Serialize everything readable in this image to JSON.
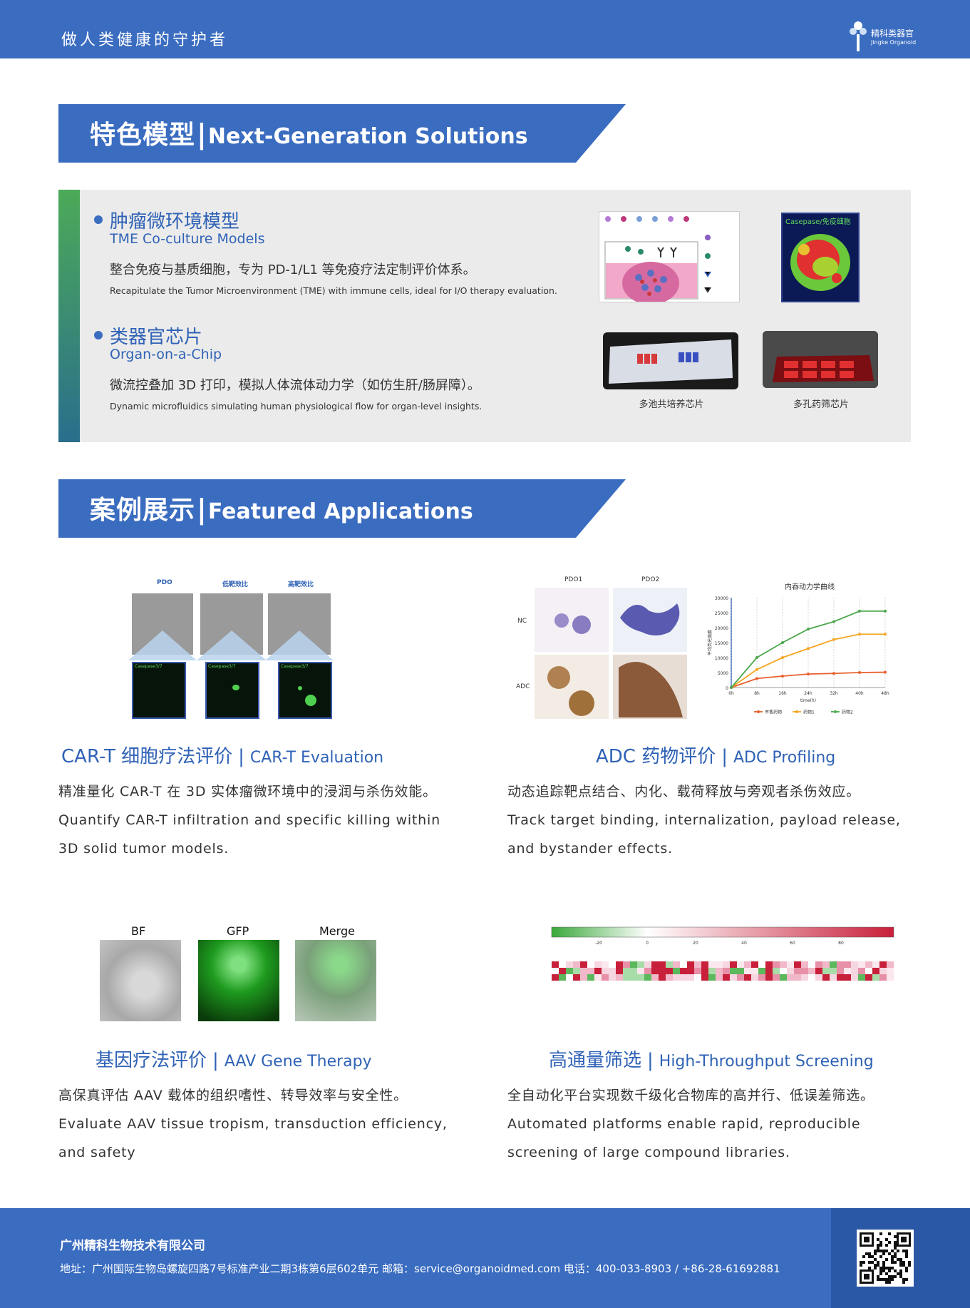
{
  "header": {
    "slogan": "做人类健康的守护者",
    "logo_cn": "精科类器官",
    "logo_en": "Jingke Organoid",
    "brand_color": "#3a6cc0"
  },
  "sections": {
    "features": {
      "cn": "特色模型",
      "bar": "|",
      "en": "Next-Generation Solutions"
    },
    "cases": {
      "cn": "案例展示",
      "bar": "|",
      "en": "Featured Applications"
    }
  },
  "features": [
    {
      "cn": "肿瘤微环境模型",
      "en": "TME Co-culture Models",
      "desc_cn": "整合免疫与基质细胞，专为 PD-1/L1 等免疫疗法定制评价体系。",
      "desc_en": "Recapitulate the Tumor Microenvironment (TME) with immune cells, ideal for I/O therapy evaluation.",
      "image_label": "Casepase/免疫细胞"
    },
    {
      "cn": "类器官芯片",
      "en": "Organ-on-a-Chip",
      "desc_cn": "微流控叠加 3D 打印，模拟人体流体动力学（如仿生肝/肠屏障）。",
      "desc_en": "Dynamic microfluidics simulating human physiological flow for organ-level insights.",
      "caption_1": "多池共培养芯片",
      "caption_2": "多孔药筛芯片"
    }
  ],
  "cases": [
    {
      "title_cn": "CAR-T 细胞疗法评价",
      "sep": "|",
      "title_en": "CAR-T Evaluation",
      "desc": [
        "精准量化 CAR-T 在 3D 实体瘤微环境中的浸润与杀伤效能。",
        "Quantify CAR-T infiltration and specific killing within",
        "3D solid tumor models."
      ],
      "fig_labels": [
        "PDO",
        "低靶效比",
        "高靶效比"
      ],
      "fig_sub": "Casepase3/7"
    },
    {
      "title_cn": "ADC 药物评价",
      "sep": "|",
      "title_en": "ADC Profiling",
      "desc": [
        "动态追踪靶点结合、内化、载荷释放与旁观者杀伤效应。",
        "Track target binding, internalization, payload release,",
        "and bystander effects."
      ],
      "fig_cols": [
        "PDO1",
        "PDO2"
      ],
      "fig_rows": [
        "NC",
        "ADC"
      ]
    },
    {
      "title_cn": "基因疗法评价",
      "sep": "|",
      "title_en": "AAV Gene Therapy",
      "desc": [
        "高保真评估 AAV 载体的组织嗜性、转导效率与安全性。",
        "Evaluate AAV tissue tropism, transduction efficiency,",
        "and safety"
      ],
      "fig_labels": [
        "BF",
        "GFP",
        "Merge"
      ]
    },
    {
      "title_cn": "高通量筛选",
      "sep": "|",
      "title_en": "High-Throughput Screening",
      "desc": [
        "全自动化平台实现数千级化合物库的高并行、低误差筛选。",
        "Automated platforms enable rapid, reproducible",
        "screening of large compound libraries."
      ],
      "scale_ticks": [
        "-20",
        "0",
        "20",
        "40",
        "60",
        "80"
      ]
    }
  ],
  "chart_data": {
    "type": "line",
    "title": "内吞动力学曲线",
    "xlabel": "time(h)",
    "ylabel": "平均荧光强度",
    "categories": [
      "0h",
      "8h",
      "16h",
      "24h",
      "32h",
      "40h",
      "48h"
    ],
    "yticks": [
      "0",
      "5000",
      "10000",
      "15000",
      "20000",
      "25000",
      "30000"
    ],
    "ylim": [
      0,
      30000
    ],
    "series": [
      {
        "name": "市售药物",
        "color": "#e8602c",
        "values": [
          0,
          3000,
          3800,
          4500,
          4700,
          5000,
          5100
        ]
      },
      {
        "name": "药物1",
        "color": "#f5a623",
        "values": [
          0,
          6000,
          10000,
          13000,
          16000,
          17800,
          17800
        ]
      },
      {
        "name": "药物2",
        "color": "#4ca84c",
        "values": [
          0,
          10000,
          15000,
          19500,
          22000,
          25500,
          25500
        ]
      }
    ]
  },
  "footer": {
    "company": "广州精科生物技术有限公司",
    "address": "地址：广州国际生物岛螺旋四路7号标准产业二期3栋第6层602单元  邮箱：service@organoidmed.com  电话：400-033-8903 / +86-28-61692881"
  }
}
